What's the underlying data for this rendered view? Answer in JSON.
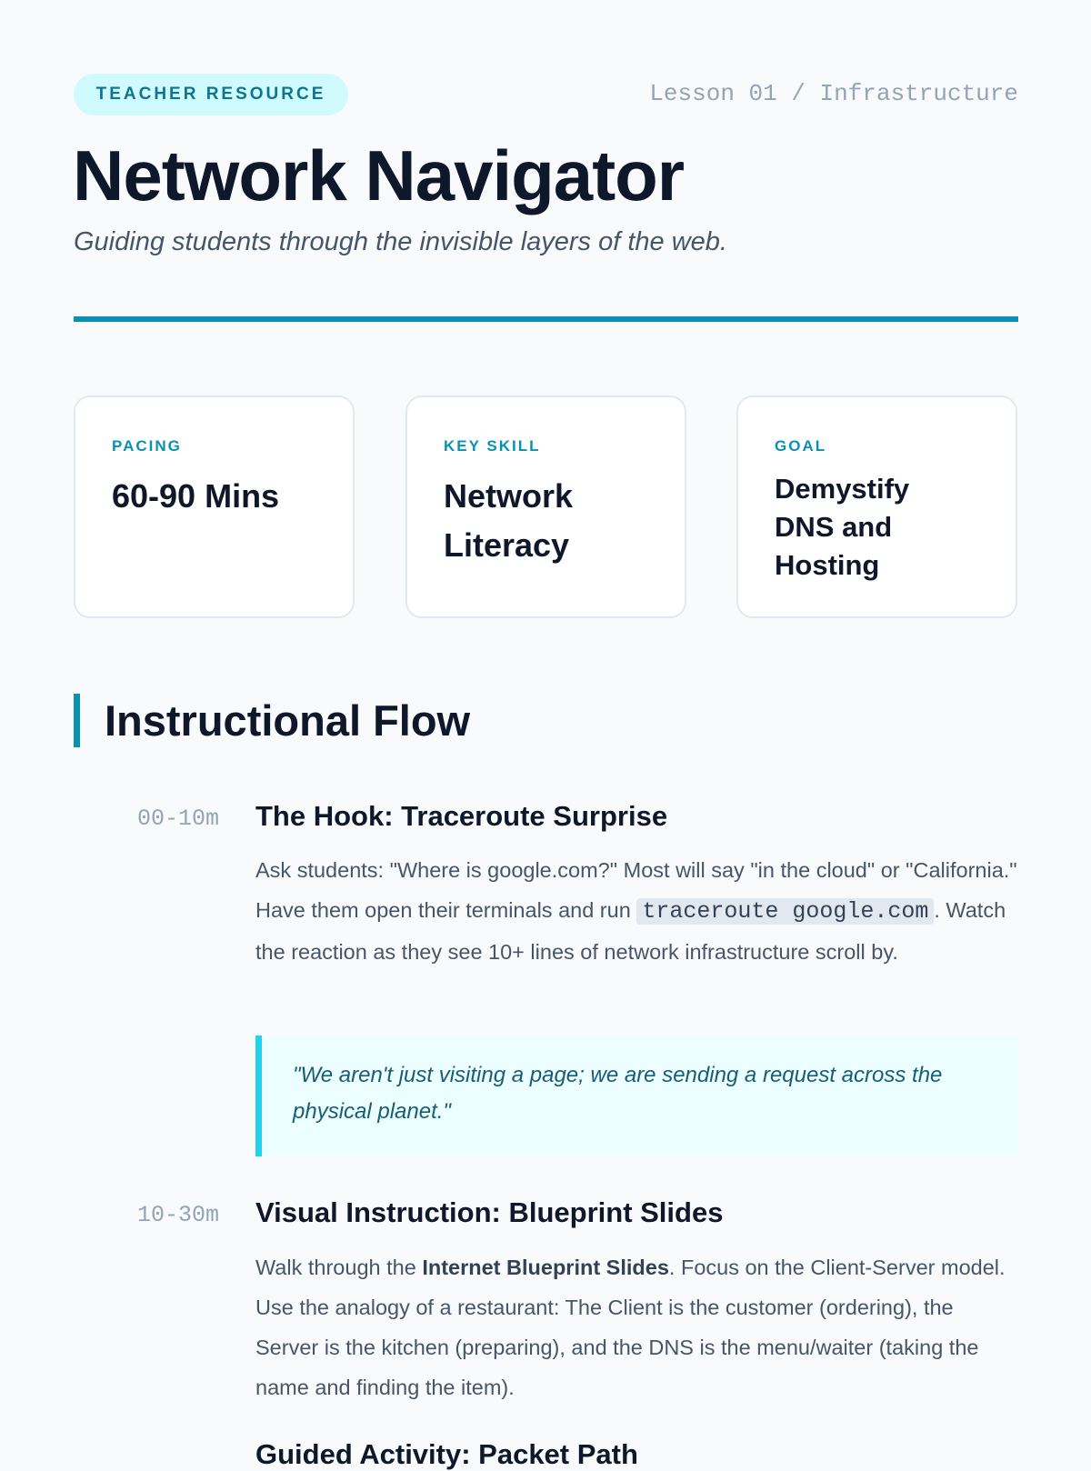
{
  "header": {
    "badge": "TEACHER RESOURCE",
    "breadcrumb": "Lesson 01 / Infrastructure",
    "title": "Network Navigator",
    "subtitle": "Guiding students through the invisible layers of the web."
  },
  "cards": [
    {
      "label": "PACING",
      "value": "60-90 Mins"
    },
    {
      "label": "KEY SKILL",
      "value": "Network Literacy"
    },
    {
      "label": "GOAL",
      "value": "Demystify DNS and Hosting"
    }
  ],
  "section": {
    "title": "Instructional Flow"
  },
  "flow": [
    {
      "time": "00-10m",
      "title": "The Hook: Traceroute Surprise",
      "body_1": "Ask students: \"Where is google.com?\" Most will say \"in the cloud\" or \"California.\" Have them open their terminals and run ",
      "code": "traceroute google.com",
      "body_2": ". Watch the reaction as they see 10+ lines of network infrastructure scroll by.",
      "quote": "\"We aren't just visiting a page; we are sending a request across the physical planet.\""
    },
    {
      "time": "10-30m",
      "title": "Visual Instruction: Blueprint Slides",
      "body_1": "Walk through the ",
      "bold": "Internet Blueprint Slides",
      "body_2": ". Focus on the Client-Server model. Use the analogy of a restaurant: The Client is the customer (ordering), the Server is the kitchen (preparing), and the DNS is the menu/waiter (taking the name and finding the item)."
    },
    {
      "title": "Guided Activity: Packet Path"
    }
  ]
}
